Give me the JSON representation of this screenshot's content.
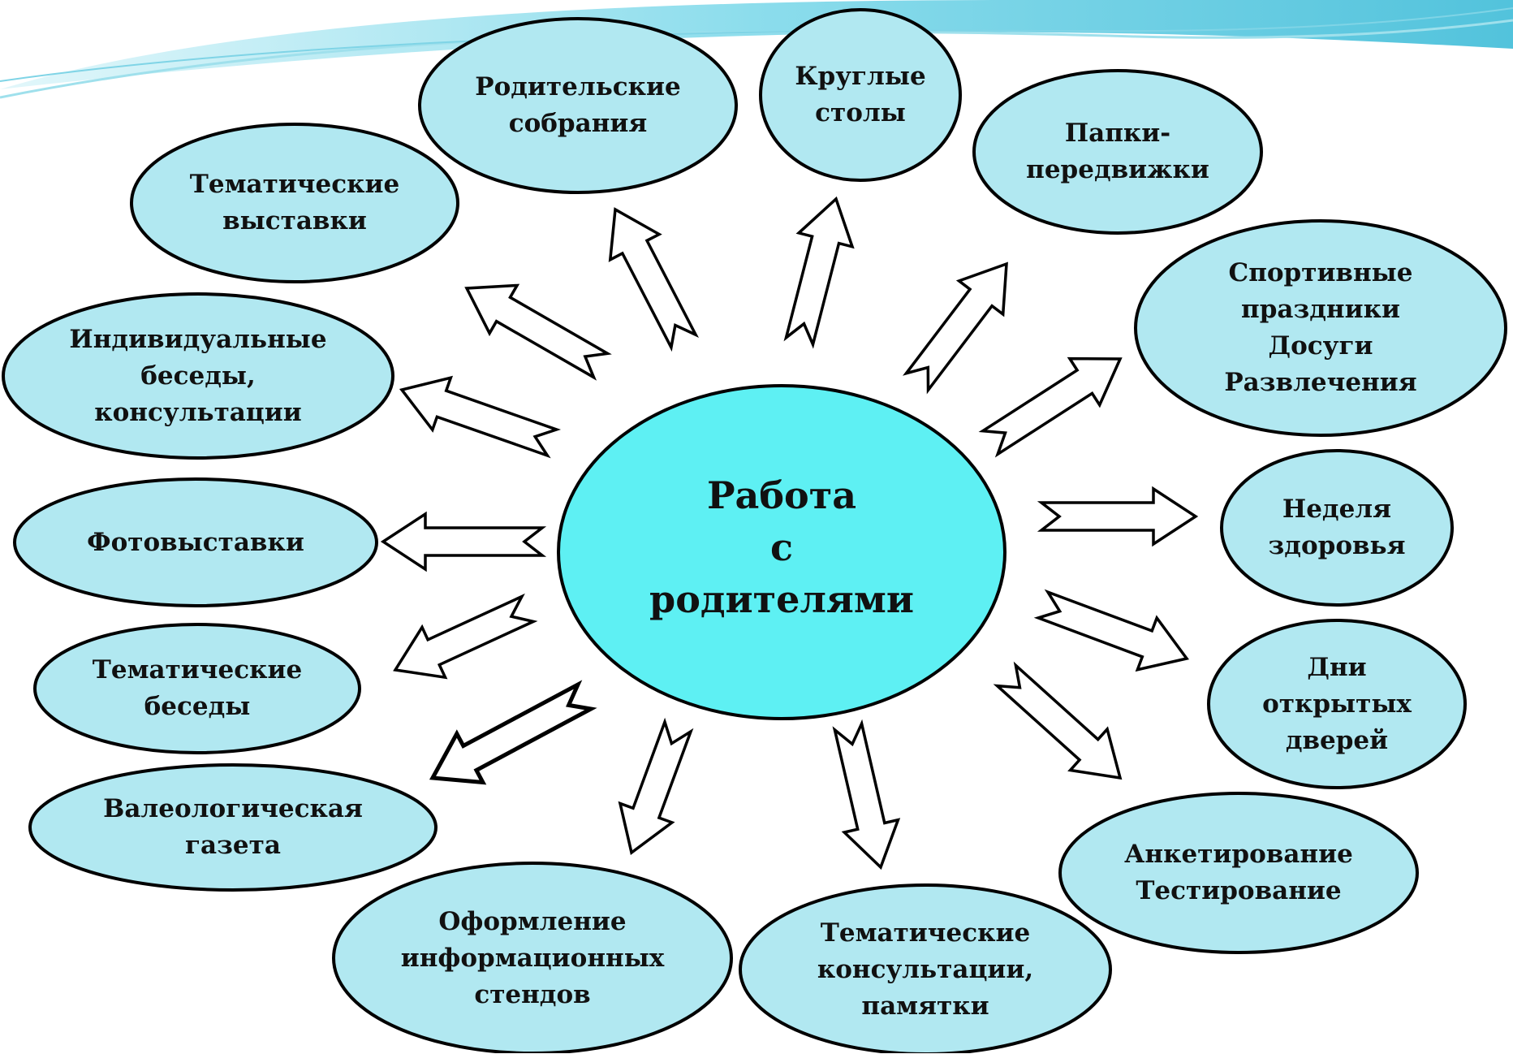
{
  "center": {
    "lines": [
      "Работа",
      "с",
      "родителями"
    ]
  },
  "nodes": [
    {
      "id": "roditelskie-sobraniya",
      "lines": [
        "Родительские",
        "собрания"
      ]
    },
    {
      "id": "kruglye-stoly",
      "lines": [
        "Круглые",
        "столы"
      ]
    },
    {
      "id": "papki-peredvizhki",
      "lines": [
        "Папки-",
        "передвижки"
      ]
    },
    {
      "id": "tematicheskie-vystavki",
      "lines": [
        "Тематические",
        "выставки"
      ]
    },
    {
      "id": "sportivnye-prazdniki",
      "lines": [
        "Спортивные",
        "праздники",
        "Досуги",
        "Развлечения"
      ]
    },
    {
      "id": "individualnye-besedy",
      "lines": [
        "Индивидуальные",
        "беседы,",
        "консультации"
      ]
    },
    {
      "id": "nedelya-zdorovya",
      "lines": [
        "Неделя",
        "здоровья"
      ]
    },
    {
      "id": "fotovystavki",
      "lines": [
        "Фотовыставки"
      ]
    },
    {
      "id": "tematicheskie-besedy",
      "lines": [
        "Тематические",
        "беседы"
      ]
    },
    {
      "id": "dni-otkrytyh-dverei",
      "lines": [
        "Дни",
        "открытых",
        "дверей"
      ]
    },
    {
      "id": "valeologicheskaya-gazeta",
      "lines": [
        "Валеологическая",
        "газета"
      ]
    },
    {
      "id": "anketirovanie",
      "lines": [
        "Анкетирование",
        "Тестирование"
      ]
    },
    {
      "id": "oformlenie-stendov",
      "lines": [
        "Оформление",
        "информационных",
        "стендов"
      ]
    },
    {
      "id": "tematicheskie-konsultatsii",
      "lines": [
        "Тематические",
        "консультации,",
        "памятки"
      ]
    }
  ],
  "colors": {
    "node_fill": "#b1e8f1",
    "center_fill": "#5ef0f3",
    "outline": "#000000",
    "arrow_fill": "#ffffff",
    "swoosh": "#63cfe3"
  }
}
